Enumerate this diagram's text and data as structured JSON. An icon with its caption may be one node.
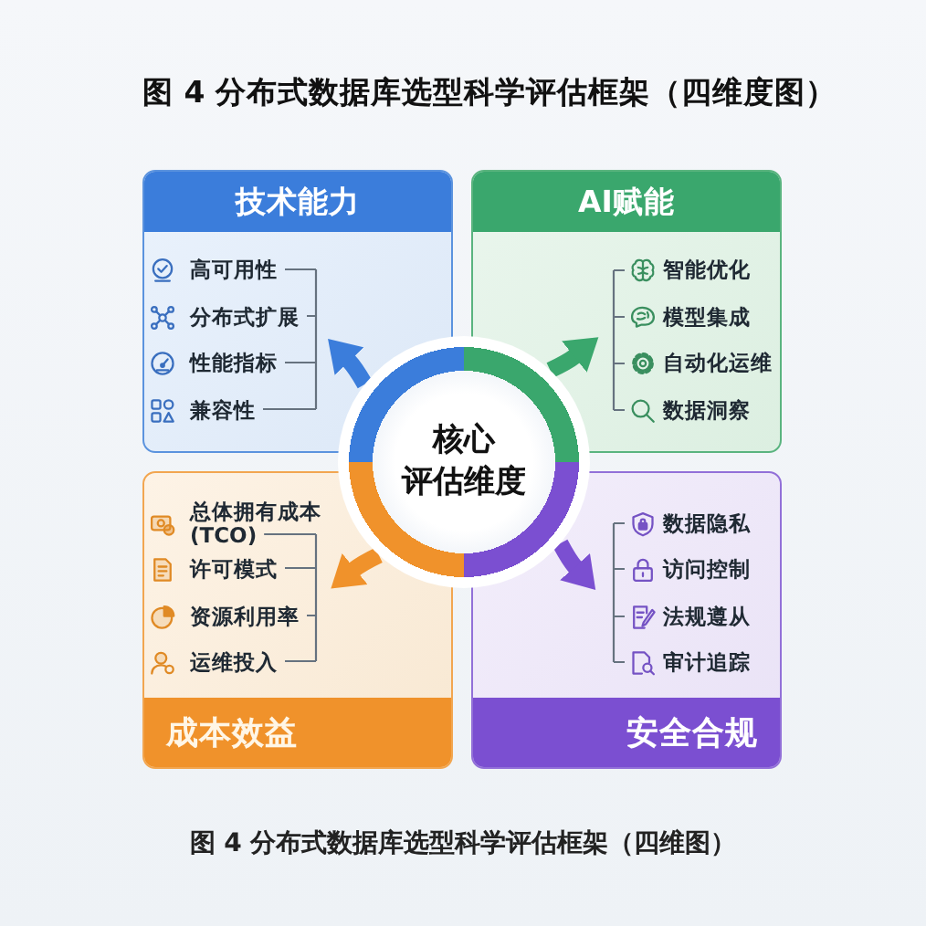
{
  "diagram": {
    "title": "图 4 分布式数据库选型科学评估框架（四维度图）",
    "caption": "图 4 分布式数据库选型科学评估框架（四维图）",
    "nodes": [
      {
        "text": [
          "技术能力",
          "高可用性",
          "分布式扩展",
          "性能指标",
          "兼容性"
        ]
      },
      {
        "text": [
          "AI赋能",
          "智能优化",
          "模型集成",
          "自动化运维",
          "数据洞察"
        ]
      },
      {
        "text": [
          "核心评估维度"
        ]
      },
      {
        "text": [
          "总体拥有成本(TCO)",
          "许可模式",
          "资源利用率",
          "运维投入",
          "成本效益"
        ]
      },
      {
        "text": [
          "数据隐私",
          "访问控制",
          "法规遵从",
          "审计追踪",
          "安全合规"
        ]
      }
    ],
    "edges": [
      {
        "from": 2,
        "to": 0,
        "arrow": "to",
        "color": "#3b7ddb"
      },
      {
        "from": 2,
        "to": 1,
        "arrow": "to",
        "color": "#3aa76d"
      },
      {
        "from": 2,
        "to": 3,
        "arrow": "to",
        "color": "#f0922b"
      },
      {
        "from": 2,
        "to": 4,
        "arrow": "to",
        "color": "#7b4fd1"
      }
    ]
  }
}
